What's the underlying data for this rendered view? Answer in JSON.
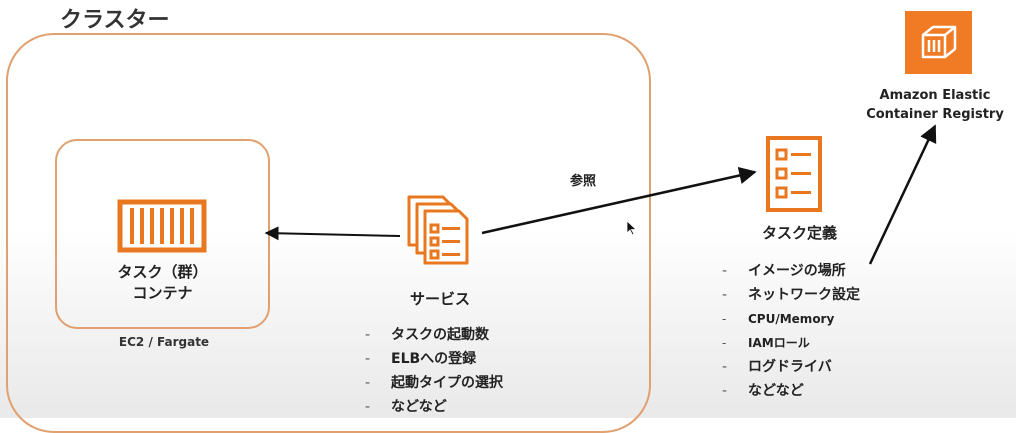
{
  "cluster": {
    "title": "クラスター"
  },
  "task_group": {
    "label_line1": "タスク（群）",
    "label_line2": "コンテナ",
    "launch_type": "EC2 / Fargate"
  },
  "service": {
    "label": "サービス",
    "items": [
      "タスクの起動数",
      "ELBへの登録",
      "起動タイプの選択",
      "などなど"
    ]
  },
  "reference": {
    "label": "参照"
  },
  "task_definition": {
    "label": "タスク定義",
    "items": [
      "イメージの場所",
      "ネットワーク設定",
      "CPU/Memory",
      "IAMロール",
      "ログドライバ",
      "などなど"
    ]
  },
  "ecr": {
    "label_line1": "Amazon Elastic",
    "label_line2": "Container Registry"
  },
  "icons": {
    "container": "container-icon",
    "service": "stacked-documents-icon",
    "task_definition": "checklist-icon",
    "ecr": "ecr-repository-icon",
    "cursor": "mouse-pointer-icon"
  },
  "colors": {
    "accent": "#e8771f",
    "outline": "#e0a070",
    "ecr_bg": "#f17b24"
  }
}
